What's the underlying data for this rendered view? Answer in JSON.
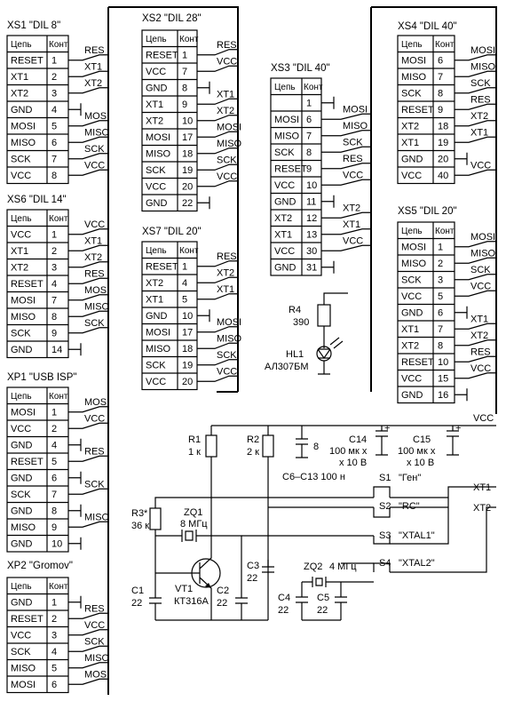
{
  "table_header": {
    "signal": "Цепь",
    "pin": "Конт"
  },
  "connectors": {
    "xs1": {
      "title": "XS1  \"DIL 8\"",
      "rows": [
        {
          "name": "RESET",
          "pin": "1",
          "net": "RES"
        },
        {
          "name": "XT1",
          "pin": "2",
          "net": "XT1"
        },
        {
          "name": "XT2",
          "pin": "3",
          "net": "XT2"
        },
        {
          "name": "GND",
          "pin": "4",
          "net": ""
        },
        {
          "name": "MOSI",
          "pin": "5",
          "net": "MOSI"
        },
        {
          "name": "MISO",
          "pin": "6",
          "net": "MISO"
        },
        {
          "name": "SCK",
          "pin": "7",
          "net": "SCK"
        },
        {
          "name": "VCC",
          "pin": "8",
          "net": "VCC"
        }
      ]
    },
    "xs6": {
      "title": "XS6  \"DIL 14\"",
      "rows": [
        {
          "name": "VCC",
          "pin": "1",
          "net": "VCC"
        },
        {
          "name": "XT1",
          "pin": "2",
          "net": "XT1"
        },
        {
          "name": "XT2",
          "pin": "3",
          "net": "XT2"
        },
        {
          "name": "RESET",
          "pin": "4",
          "net": "RES"
        },
        {
          "name": "MOSI",
          "pin": "7",
          "net": "MOSI"
        },
        {
          "name": "MISO",
          "pin": "8",
          "net": "MISO"
        },
        {
          "name": "SCK",
          "pin": "9",
          "net": "SCK"
        },
        {
          "name": "GND",
          "pin": "14",
          "net": ""
        }
      ]
    },
    "xp1": {
      "title": "XP1  \"USB ISP\"",
      "rows": [
        {
          "name": "MOSI",
          "pin": "1",
          "net": "MOSI"
        },
        {
          "name": "VCC",
          "pin": "2",
          "net": "VCC"
        },
        {
          "name": "GND",
          "pin": "4",
          "net": ""
        },
        {
          "name": "RESET",
          "pin": "5",
          "net": "RES"
        },
        {
          "name": "GND",
          "pin": "6",
          "net": ""
        },
        {
          "name": "SCK",
          "pin": "7",
          "net": "SCK"
        },
        {
          "name": "GND",
          "pin": "8",
          "net": ""
        },
        {
          "name": "MISO",
          "pin": "9",
          "net": "MISO"
        },
        {
          "name": "GND",
          "pin": "10",
          "net": ""
        }
      ]
    },
    "xp2": {
      "title": "XP2  \"Gromov\"",
      "rows": [
        {
          "name": "GND",
          "pin": "1",
          "net": ""
        },
        {
          "name": "RESET",
          "pin": "2",
          "net": "RES"
        },
        {
          "name": "VCC",
          "pin": "3",
          "net": "VCC"
        },
        {
          "name": "SCK",
          "pin": "4",
          "net": "SCK"
        },
        {
          "name": "MISO",
          "pin": "5",
          "net": "MISO"
        },
        {
          "name": "MOSI",
          "pin": "6",
          "net": "MOSI"
        }
      ]
    },
    "xs2": {
      "title": "XS2  \"DIL 28\"",
      "rows": [
        {
          "name": "RESET",
          "pin": "1",
          "net": "RES"
        },
        {
          "name": "VCC",
          "pin": "7",
          "net": "VCC"
        },
        {
          "name": "GND",
          "pin": "8",
          "net": ""
        },
        {
          "name": "XT1",
          "pin": "9",
          "net": "XT1"
        },
        {
          "name": "XT2",
          "pin": "10",
          "net": "XT2"
        },
        {
          "name": "MOSI",
          "pin": "17",
          "net": "MOSI"
        },
        {
          "name": "MISO",
          "pin": "18",
          "net": "MISO"
        },
        {
          "name": "SCK",
          "pin": "19",
          "net": "SCK"
        },
        {
          "name": "VCC",
          "pin": "20",
          "net": "VCC"
        },
        {
          "name": "GND",
          "pin": "22",
          "net": ""
        }
      ]
    },
    "xs7": {
      "title": "XS7  \"DIL 20\"",
      "rows": [
        {
          "name": "RESET",
          "pin": "1",
          "net": "RES"
        },
        {
          "name": "XT2",
          "pin": "4",
          "net": "XT2"
        },
        {
          "name": "XT1",
          "pin": "5",
          "net": "XT1"
        },
        {
          "name": "GND",
          "pin": "10",
          "net": ""
        },
        {
          "name": "MOSI",
          "pin": "17",
          "net": "MOSI"
        },
        {
          "name": "MISO",
          "pin": "18",
          "net": "MISO"
        },
        {
          "name": "SCK",
          "pin": "19",
          "net": "SCK"
        },
        {
          "name": "VCC",
          "pin": "20",
          "net": "VCC"
        }
      ]
    },
    "xs3": {
      "title": "XS3  \"DIL 40\"",
      "rows": [
        {
          "name": "",
          "pin": "1",
          "net": ""
        },
        {
          "name": "MOSI",
          "pin": "6",
          "net": "MOSI"
        },
        {
          "name": "MISO",
          "pin": "7",
          "net": "MISO"
        },
        {
          "name": "SCK",
          "pin": "8",
          "net": "SCK"
        },
        {
          "name": "RESET",
          "pin": "9",
          "net": "RES"
        },
        {
          "name": "VCC",
          "pin": "10",
          "net": "VCC"
        },
        {
          "name": "GND",
          "pin": "11",
          "net": ""
        },
        {
          "name": "XT2",
          "pin": "12",
          "net": "XT2"
        },
        {
          "name": "XT1",
          "pin": "13",
          "net": "XT1"
        },
        {
          "name": "VCC",
          "pin": "30",
          "net": "VCC"
        },
        {
          "name": "GND",
          "pin": "31",
          "net": ""
        }
      ]
    },
    "xs4": {
      "title": "XS4  \"DIL 40\"",
      "rows": [
        {
          "name": "MOSI",
          "pin": "6",
          "net": "MOSI"
        },
        {
          "name": "MISO",
          "pin": "7",
          "net": "MISO"
        },
        {
          "name": "SCK",
          "pin": "8",
          "net": "SCK"
        },
        {
          "name": "RESET",
          "pin": "9",
          "net": "RES"
        },
        {
          "name": "XT2",
          "pin": "18",
          "net": "XT2"
        },
        {
          "name": "XT1",
          "pin": "19",
          "net": "XT1"
        },
        {
          "name": "GND",
          "pin": "20",
          "net": ""
        },
        {
          "name": "VCC",
          "pin": "40",
          "net": "VCC"
        }
      ]
    },
    "xs5": {
      "title": "XS5  \"DIL 20\"",
      "rows": [
        {
          "name": "MOSI",
          "pin": "1",
          "net": "MOSI"
        },
        {
          "name": "MISO",
          "pin": "2",
          "net": "MISO"
        },
        {
          "name": "SCK",
          "pin": "3",
          "net": "SCK"
        },
        {
          "name": "VCC",
          "pin": "5",
          "net": "VCC"
        },
        {
          "name": "GND",
          "pin": "6",
          "net": ""
        },
        {
          "name": "XT1",
          "pin": "7",
          "net": "XT1"
        },
        {
          "name": "XT2",
          "pin": "8",
          "net": "XT2"
        },
        {
          "name": "RESET",
          "pin": "10",
          "net": "RES"
        },
        {
          "name": "VCC",
          "pin": "15",
          "net": "VCC"
        },
        {
          "name": "GND",
          "pin": "16",
          "net": ""
        }
      ]
    }
  },
  "components": {
    "r4": {
      "ref": "R4",
      "value": "390"
    },
    "hl1": {
      "ref": "HL1",
      "value": "АЛ307БМ"
    },
    "r1": {
      "ref": "R1",
      "value": "1 к"
    },
    "r2": {
      "ref": "R2",
      "value": "2 к"
    },
    "r3": {
      "ref": "R3*",
      "value": "36 к"
    },
    "zq1": {
      "ref": "ZQ1",
      "value": "8 МГц"
    },
    "vt1": {
      "ref": "VT1",
      "value": "КТ316А"
    },
    "c1": {
      "ref": "C1",
      "value": "22"
    },
    "c2": {
      "ref": "C2",
      "value": "22"
    },
    "c3": {
      "ref": "C3",
      "value": "22"
    },
    "c4": {
      "ref": "C4",
      "value": "22"
    },
    "c5": {
      "ref": "C5",
      "value": "22"
    },
    "c6c13": {
      "label": "C6–C13 100 н",
      "pin": "8"
    },
    "c14": {
      "ref": "C14",
      "value1": "100 мк х",
      "value2": "х 10 В"
    },
    "c15": {
      "ref": "C15",
      "value1": "100 мк х",
      "value2": "х 10 В"
    },
    "zq2": {
      "ref": "ZQ2",
      "value": "4 МГц"
    },
    "s1": {
      "ref": "S1",
      "value": "\"Ген\""
    },
    "s2": {
      "ref": "S2",
      "value": "\"RC\""
    },
    "s3": {
      "ref": "S3",
      "value": "\"XTAL1\""
    },
    "s4": {
      "ref": "S4",
      "value": "\"XTAL2\""
    }
  },
  "nets": {
    "vcc": "VCC",
    "xt1": "XT1",
    "xt2": "XT2"
  }
}
